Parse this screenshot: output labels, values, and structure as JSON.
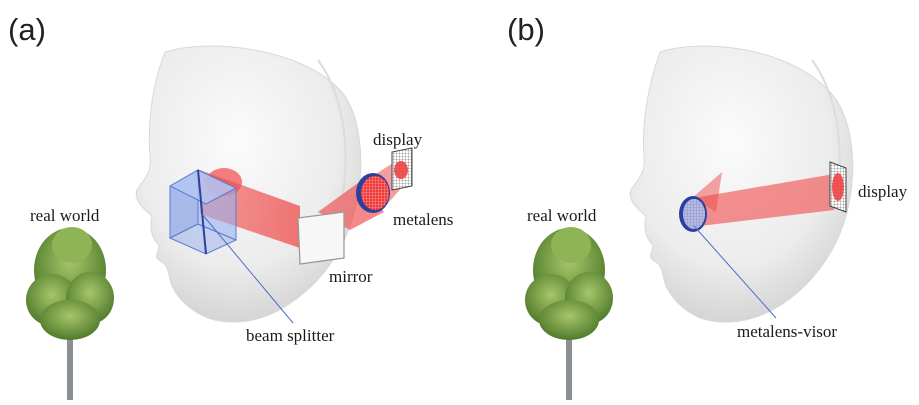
{
  "panels": [
    {
      "label": "(a)",
      "annotations": {
        "display": "display",
        "metalens": "metalens",
        "mirror": "mirror",
        "beam_splitter": "beam splitter",
        "real_world": "real world"
      }
    },
    {
      "label": "(b)",
      "annotations": {
        "display": "display",
        "metalens_visor": "metalens-visor",
        "real_world": "real world"
      }
    }
  ],
  "colors": {
    "beam": "#f04a4a",
    "splitter": "#7f9de6",
    "lens_rim": "#2d3f9c",
    "visor": "#8d97d8",
    "skin": "#ececec",
    "tree_leaf": "#6f9a3c",
    "trunk": "#8a8f93"
  }
}
